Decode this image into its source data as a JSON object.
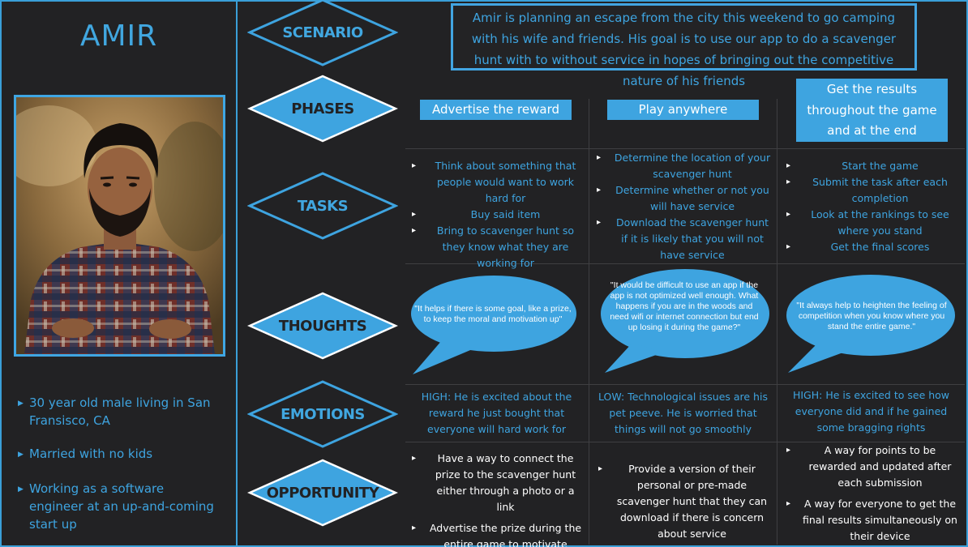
{
  "persona": {
    "name": "AMIR",
    "facts": [
      "30 year old male living in San Fransisco, CA",
      "Married with no kids",
      "Working as a software engineer at an up-and-coming start up"
    ]
  },
  "rows": {
    "scenario": "SCENARIO",
    "phases": "PHASES",
    "tasks": "TASKS",
    "thoughts": "THOUGHTS",
    "emotions": "EMOTIONS",
    "opportunity": "OPPORTUNITY"
  },
  "scenario_text": "Amir is planning an escape from the city this weekend to go camping with his wife and friends. His goal is to use our app to do a scavenger hunt with to without service in hopes of bringing out the competitive nature of his friends",
  "phases": [
    "Advertise the reward",
    "Play anywhere",
    "Get the results throughout the game and at the end"
  ],
  "tasks": [
    [
      "Think about something that people would want to work hard for",
      "Buy said item",
      "Bring to scavenger hunt so they know what they are working for"
    ],
    [
      "Determine the location of your scavenger hunt",
      "Determine whether or not you will have service",
      "Download the scavenger hunt if it is likely that you will not have service"
    ],
    [
      "Start the game",
      "Submit the task after each completion",
      "Look at the rankings to see where you stand",
      "Get the final scores"
    ]
  ],
  "thoughts": [
    "\"It helps if there is some goal, like a prize, to keep the moral and motivation up\"",
    "\"It would be difficult to use an app if the app is not optimized well enough. What happens if you are in the woods and need wifi or internet connection but end up losing it during the game?\"",
    "\"It always help to heighten the feeling of competition when you know where you stand the entire game.\""
  ],
  "emotions": [
    "HIGH: He is excited about the reward he just bought that everyone will hard work for",
    "LOW: Technological issues are his pet peeve. He is worried that things will not go smoothly",
    "HIGH: He is excited to see how everyone did and if he gained some bragging rights"
  ],
  "opportunity": [
    [
      "Have a way to connect the prize to the scavenger hunt either through a photo or a link",
      "Advertise the prize during the entire game to motivate people"
    ],
    [
      "Provide a version of their personal or pre-made scavenger hunt that they can download if there is concern about service"
    ],
    [
      "A way for points to be rewarded and updated after each submission",
      "A way for everyone to get the final results simultaneously on their device"
    ]
  ],
  "colors": {
    "background": "#222224",
    "accent": "#3ea4e0",
    "text_on_accent": "#ffffff"
  }
}
